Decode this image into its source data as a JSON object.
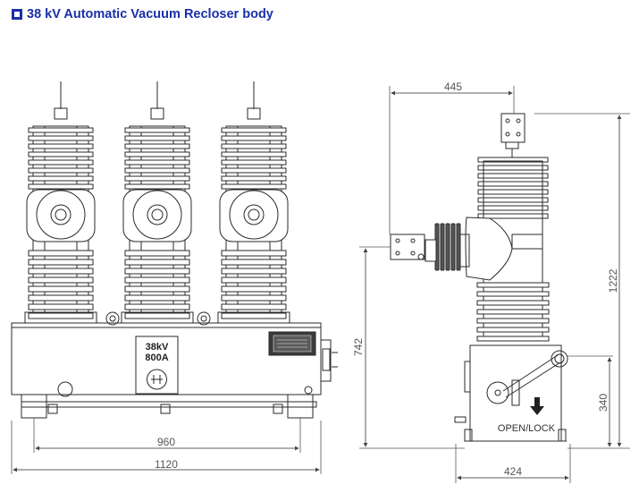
{
  "header": {
    "title": "38 kV Automatic Vacuum Recloser body",
    "bullet_icon": "square-bullet-icon",
    "title_color": "#1a2fa8"
  },
  "front_view": {
    "nameplate_rating": "38kV",
    "nameplate_current": "800A",
    "dimensions": {
      "base_inner_width": "960",
      "overall_width": "1120"
    }
  },
  "side_view": {
    "operation_label": "OPEN/LOCK",
    "dimensions": {
      "terminal_offset": "445",
      "total_height": "1222",
      "body_height": "742",
      "handle_height": "340",
      "base_depth": "424"
    }
  },
  "colors": {
    "line": "#2a2a2a",
    "dimension_text": "#555555"
  }
}
